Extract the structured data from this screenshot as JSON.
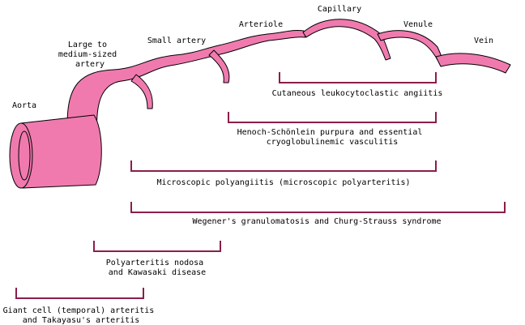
{
  "colors": {
    "vessel_fill": "#F07AAE",
    "vessel_stroke": "#000000",
    "bracket": "#8B1E4A",
    "text": "#000000",
    "background": "#FFFFFF"
  },
  "vessels": [
    {
      "id": "aorta",
      "lines": [
        "Aorta"
      ]
    },
    {
      "id": "large-medium-artery",
      "lines": [
        "Large to",
        "medium-sized",
        "artery"
      ]
    },
    {
      "id": "small-artery",
      "lines": [
        "Small artery"
      ]
    },
    {
      "id": "arteriole",
      "lines": [
        "Arteriole"
      ]
    },
    {
      "id": "capillary",
      "lines": [
        "Capillary"
      ]
    },
    {
      "id": "venule",
      "lines": [
        "Venule"
      ]
    },
    {
      "id": "vein",
      "lines": [
        "Vein"
      ]
    }
  ],
  "diseases": [
    {
      "id": "cutaneous-leukocytoclastic-angiitis",
      "lines": [
        "Cutaneous leukocytoclastic angiitis"
      ]
    },
    {
      "id": "henoch-schonlein-purpura",
      "lines": [
        "Henoch-Schönlein purpura and essential",
        "cryoglobulinemic vasculitis"
      ]
    },
    {
      "id": "microscopic-polyangiitis",
      "lines": [
        "Microscopic polyangiitis (microscopic polyarteritis)"
      ]
    },
    {
      "id": "wegeners-granulomatosis",
      "lines": [
        "Wegener's granulomatosis and Churg-Strauss syndrome"
      ]
    },
    {
      "id": "polyarteritis-nodosa",
      "lines": [
        "Polyarteritis nodosa",
        "and Kawasaki disease"
      ]
    },
    {
      "id": "giant-cell-arteritis",
      "lines": [
        "Giant cell (temporal) arteritis",
        "and Takayasu's arteritis"
      ]
    }
  ]
}
